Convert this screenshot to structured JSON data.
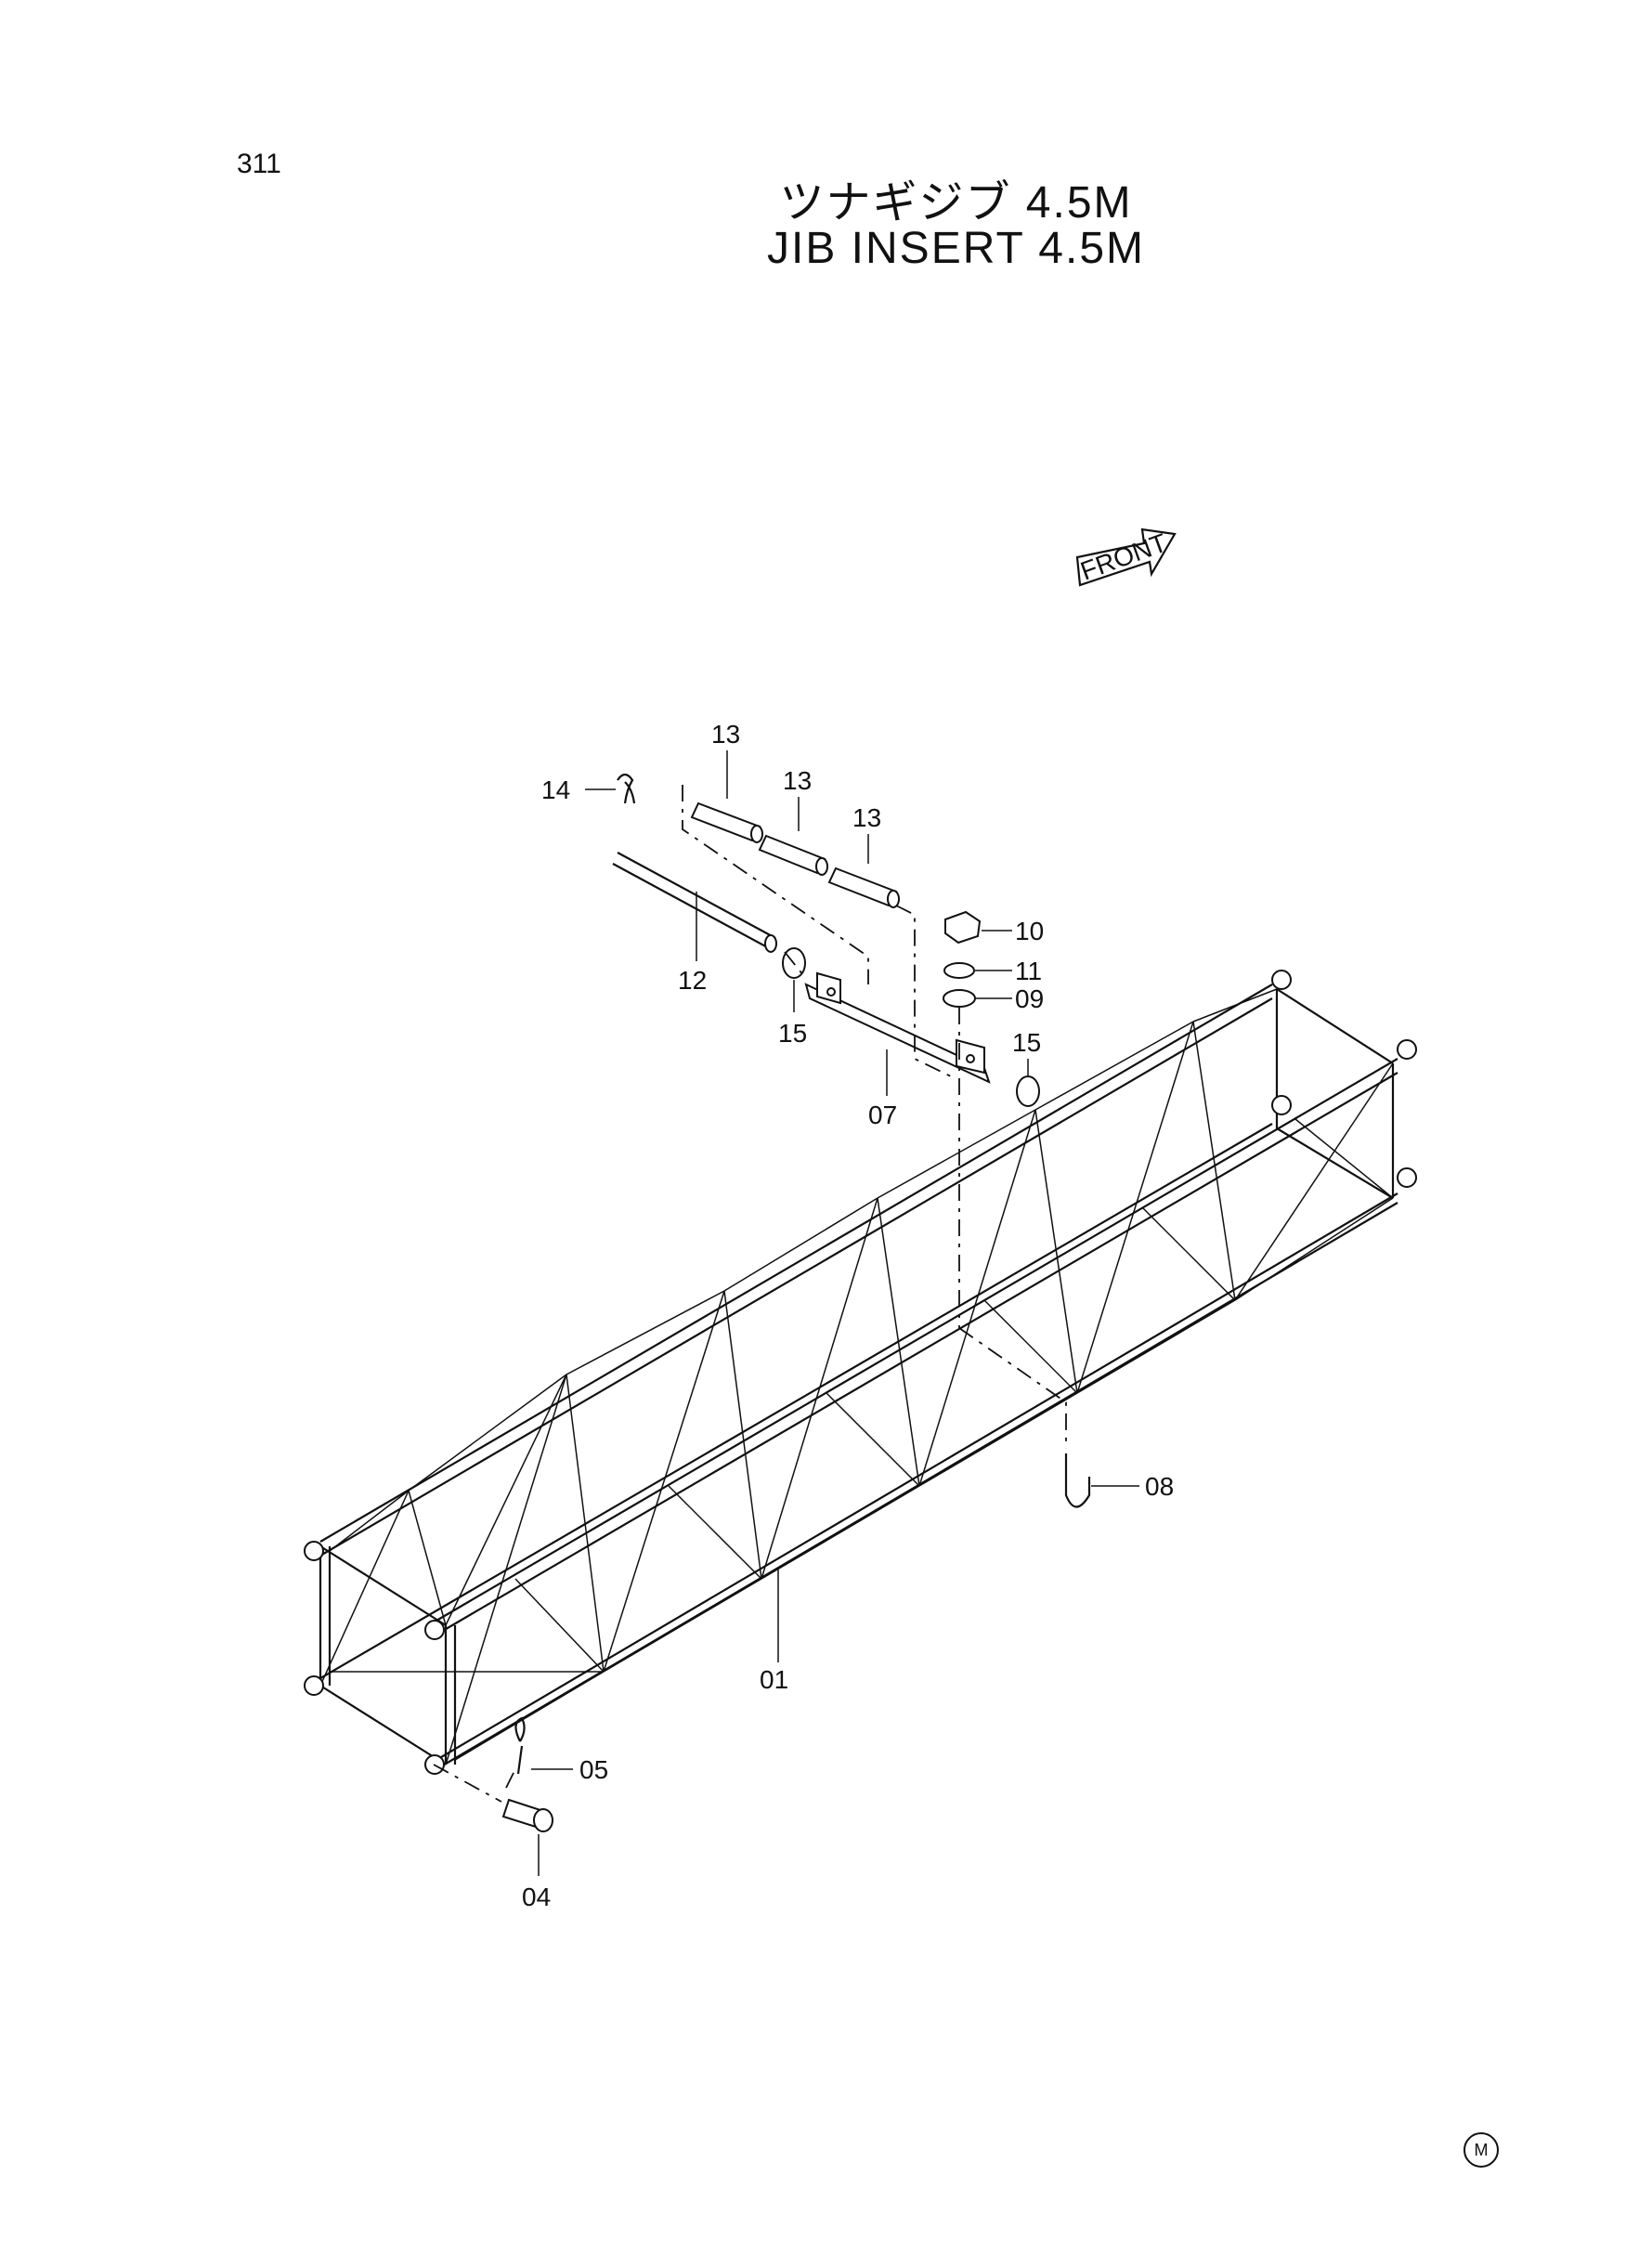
{
  "page_number": "311",
  "title": {
    "japanese": "ツナギジブ 4.5M",
    "english": "JIB INSERT 4.5M"
  },
  "front_arrow_label": "FRONT",
  "callouts": [
    {
      "id": "01"
    },
    {
      "id": "04"
    },
    {
      "id": "05"
    },
    {
      "id": "07"
    },
    {
      "id": "08"
    },
    {
      "id": "09"
    },
    {
      "id": "10"
    },
    {
      "id": "11"
    },
    {
      "id": "12"
    },
    {
      "id": "13"
    },
    {
      "id": "13"
    },
    {
      "id": "13"
    },
    {
      "id": "14"
    },
    {
      "id": "15"
    },
    {
      "id": "15"
    }
  ],
  "marker": "M"
}
